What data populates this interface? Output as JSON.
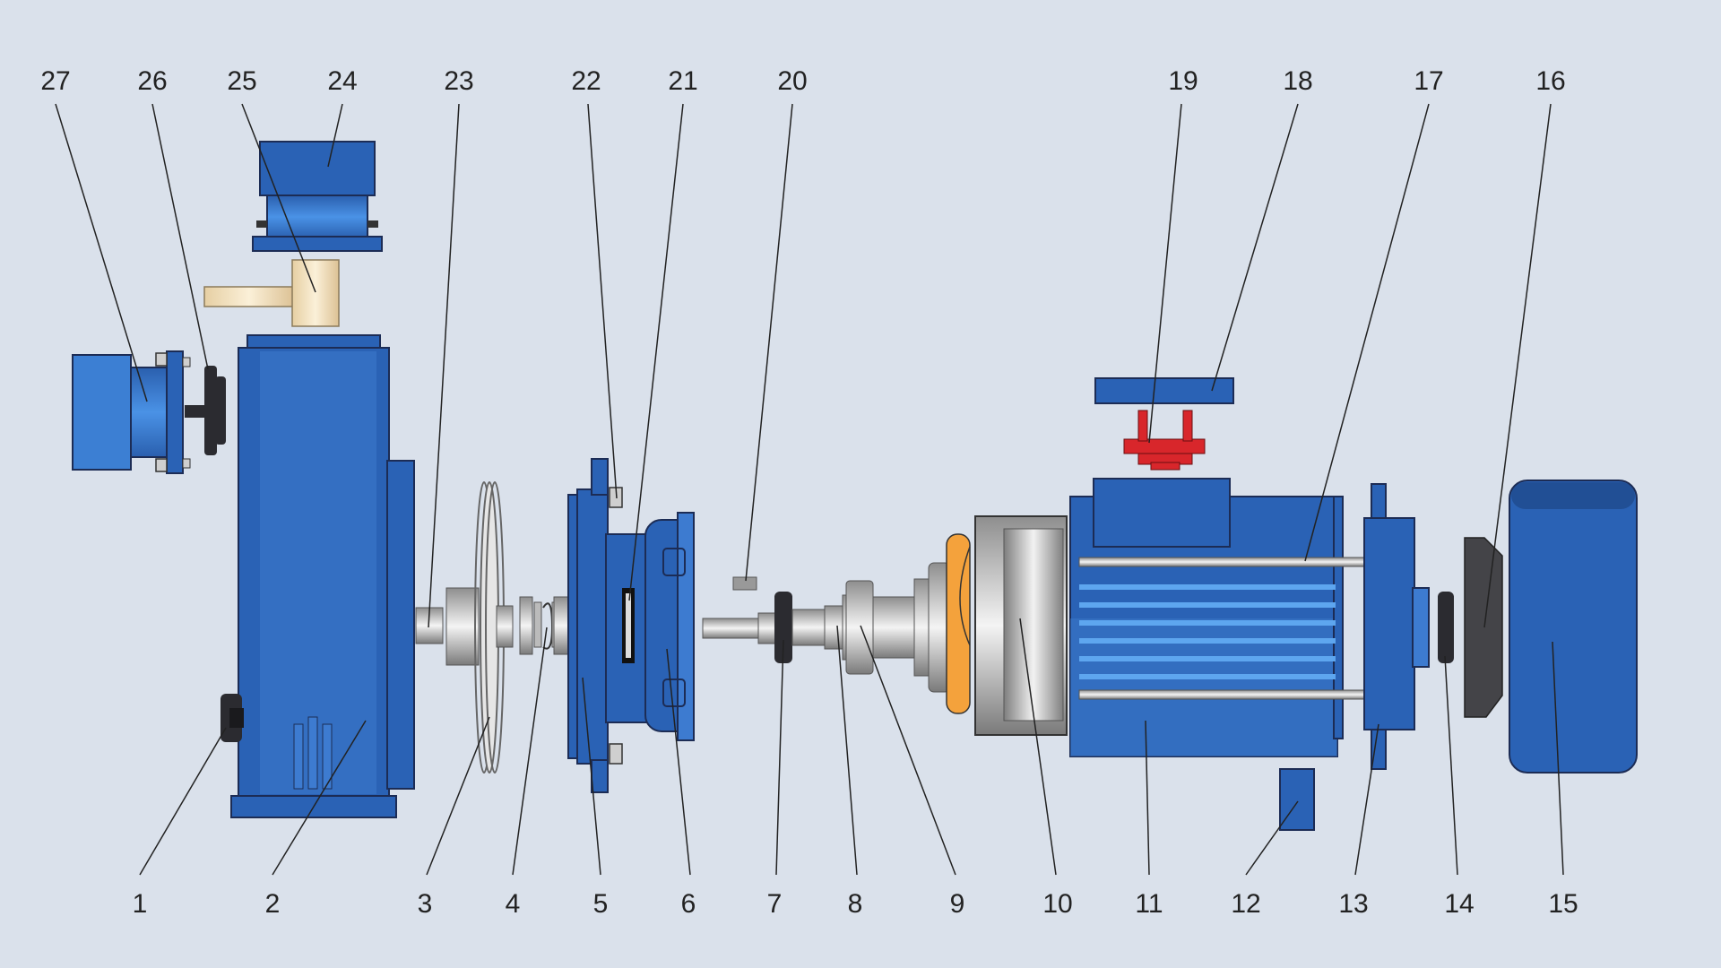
{
  "callouts_top": [
    "27",
    "26",
    "25",
    "24",
    "23",
    "22",
    "21",
    "20",
    "19",
    "18",
    "17",
    "16"
  ],
  "callouts_bottom": [
    "1",
    "2",
    "3",
    "4",
    "5",
    "6",
    "7",
    "8",
    "9",
    "10",
    "11",
    "12",
    "13",
    "14",
    "15"
  ],
  "colors": {
    "background": "#dae1eb",
    "pump_blue": "#2a62b5",
    "light_blue": "#3d86d9",
    "outline": "#1c2c55",
    "steel": "#c7c7c7",
    "orange": "#f4a23c",
    "red": "#d8262b",
    "dark_rubber": "#2b2b30",
    "cream": "#ecd9b4"
  }
}
